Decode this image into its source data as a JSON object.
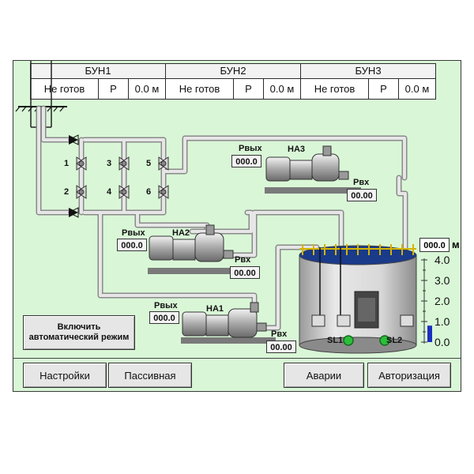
{
  "buns": [
    {
      "title": "БУН1",
      "status": "Не готов",
      "mode": "Р",
      "level": "0.0",
      "unit": "м"
    },
    {
      "title": "БУН2",
      "status": "Не готов",
      "mode": "Р",
      "level": "0.0",
      "unit": "м"
    },
    {
      "title": "БУН3",
      "status": "Не готов",
      "mode": "Р",
      "level": "0.0",
      "unit": "м"
    }
  ],
  "valves": [
    "1",
    "2",
    "3",
    "4",
    "5",
    "6"
  ],
  "pumps": {
    "na1": {
      "name": "НА1",
      "p_out_label": "Рвых",
      "p_out": "000.0",
      "p_in_label": "Рвх",
      "p_in": "00.00"
    },
    "na2": {
      "name": "НА2",
      "p_out_label": "Рвых",
      "p_out": "000.0",
      "p_in_label": "Рвх",
      "p_in": "00.00"
    },
    "na3": {
      "name": "НА3",
      "p_out_label": "Рвых",
      "p_out": "000.0",
      "p_in_label": "Рвх",
      "p_in": "00.00"
    }
  },
  "tank": {
    "level": "000.0",
    "unit": "м",
    "scale": [
      "4.0",
      "3.0",
      "2.0",
      "1.0",
      "0.0"
    ],
    "fill_fraction": 0.2,
    "sl1": "SL1",
    "sl2": "SL2"
  },
  "auto_button": "Включить автоматический режим",
  "bottom": {
    "settings": "Настройки",
    "passive": "Пассивная",
    "alarms": "Аварии",
    "auth": "Авторизация"
  },
  "colors": {
    "screen_bg": "#d9f7d7",
    "pipe": "#d0d0d0",
    "water": "#1a3a8a",
    "level_bar": "#1c2fbf",
    "indicator": "#2bbf3a"
  }
}
